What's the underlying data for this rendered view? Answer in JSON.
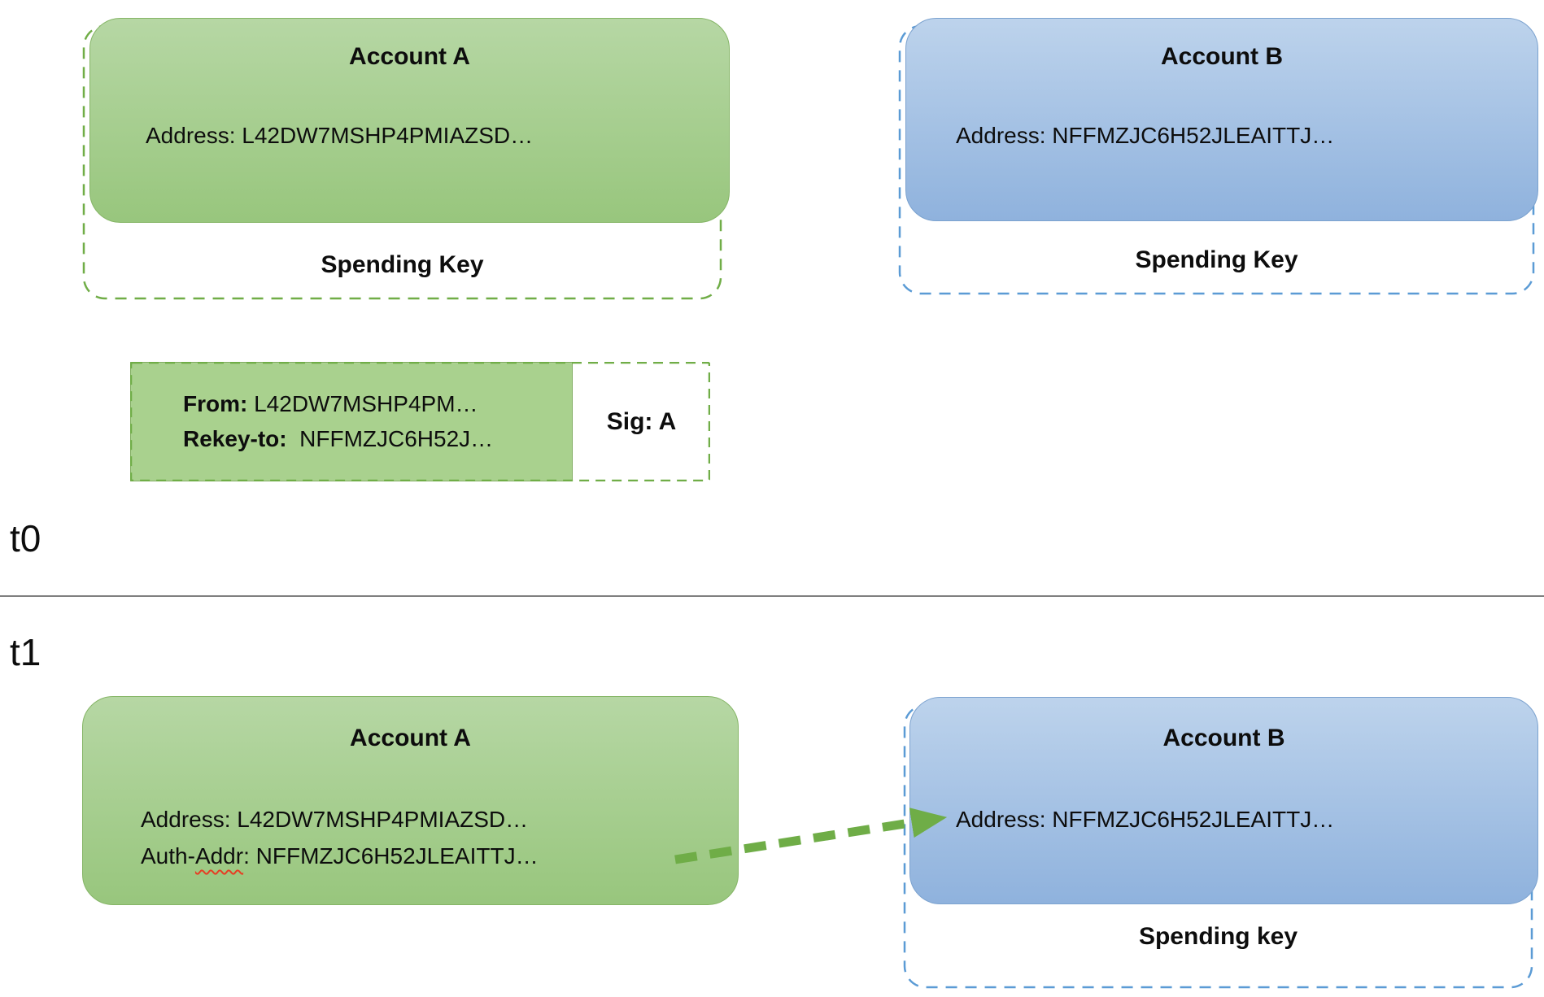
{
  "colors": {
    "green_accent": "#70ad47",
    "green_fill_top": "#b6d7a4",
    "green_fill_bottom": "#98c67d",
    "green_border": "#85b566",
    "blue_accent": "#5b9bd5",
    "blue_fill_top": "#bdd3ec",
    "blue_fill_bottom": "#8fb2dd",
    "blue_border": "#7ba2cf",
    "tx_fill": "#a9d18e",
    "tx_border": "#82ad62",
    "arrow_green": "#6fad47",
    "squiggle_red": "#e63e23",
    "divider_gray": "#7f7f7f",
    "text_black": "#0d0d0d"
  },
  "t0": {
    "timeline_label": "t0",
    "account_a": {
      "title": "Account A",
      "address": "Address: L42DW7MSHP4PMIAZSD…",
      "spending_key_label": "Spending Key"
    },
    "account_b": {
      "title": "Account B",
      "address": "Address: NFFMZJC6H52JLEAITTJ…",
      "spending_key_label": "Spending Key"
    },
    "rekey_transaction": {
      "from_label": "From:",
      "from_value": " L42DW7MSHP4PM…",
      "rekey_label": "Rekey-to:",
      "rekey_value": "  NFFMZJC6H52J…",
      "signature": "Sig: A"
    }
  },
  "t1": {
    "timeline_label": "t1",
    "account_a": {
      "title": "Account A",
      "address": "Address: L42DW7MSHP4PMIAZSD…",
      "auth_addr_prefix": "Auth-",
      "auth_addr_flagged": "Addr",
      "auth_addr_rest": ": NFFMZJC6H52JLEAITTJ…"
    },
    "account_b": {
      "title": "Account B",
      "address": "Address: NFFMZJC6H52JLEAITTJ…",
      "spending_key_label": "Spending key"
    }
  }
}
